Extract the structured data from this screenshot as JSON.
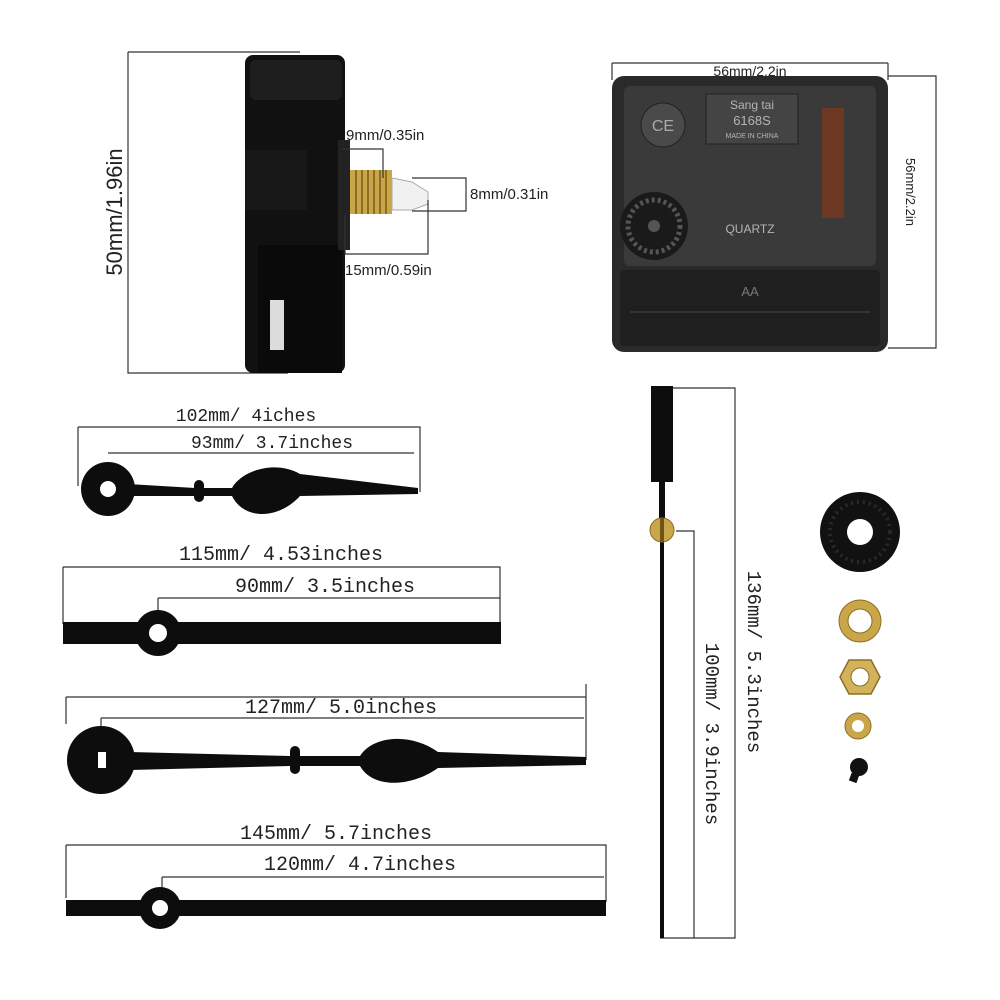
{
  "movement_side": {
    "height": "50mm/1.96in",
    "shaft_len": "9mm/0.35in",
    "shaft_dia": "8mm/0.31in",
    "total_len": "15mm/0.59in"
  },
  "movement_back": {
    "width": "56mm/2.2in",
    "height": "56mm/2.2in",
    "brand": "Sang tai",
    "model": "6168S",
    "origin": "MADE IN CHINA",
    "ce": "CE",
    "quartz": "QUARTZ",
    "battery": "AA"
  },
  "hands": [
    {
      "name": "hour-hand-a",
      "overall": "102mm/ 4iches",
      "to_center": "93mm/ 3.7inches"
    },
    {
      "name": "minute-hand-a",
      "overall": "115mm/ 4.53inches",
      "to_center": "90mm/ 3.5inches"
    },
    {
      "name": "hour-hand-b",
      "overall": "127mm/ 5.0inches"
    },
    {
      "name": "minute-hand-b",
      "overall": "145mm/ 5.7inches",
      "to_center": "120mm/ 4.7inches"
    }
  ],
  "second_hand": {
    "overall": "136mm/ 5.3inches",
    "to_center": "100mm/ 3.9inches"
  },
  "colors": {
    "black": "#0d0d0d",
    "brass": "#c9a64a",
    "movement": "#2a2a2a"
  }
}
